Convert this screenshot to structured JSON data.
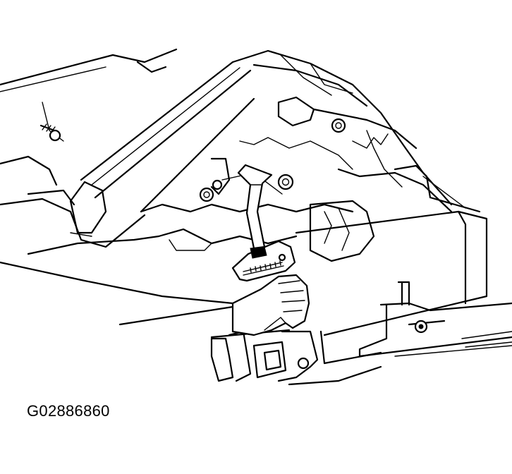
{
  "figure": {
    "id_label": "G02886860",
    "icons": [
      "transmission-housing",
      "exhaust-pipe",
      "bolt",
      "hand",
      "angle-gauge-tool",
      "crossmember-bracket"
    ],
    "colors": {
      "line": "#000000",
      "background": "#ffffff"
    }
  }
}
